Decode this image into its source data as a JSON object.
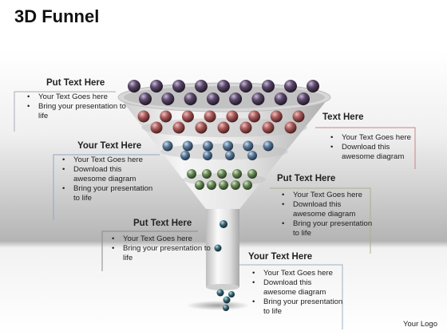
{
  "title": "3D Funnel",
  "logo": "Your Logo",
  "blocks": [
    {
      "heading": "Put Text Here",
      "bullets": [
        "Your Text Goes here",
        "Bring your presentation to life"
      ]
    },
    {
      "heading": "Text Here",
      "bullets": [
        "Your Text Goes here",
        "Download this awesome diagram"
      ]
    },
    {
      "heading": "Your Text Here",
      "bullets": [
        "Your Text Goes here",
        "Download this awesome diagram",
        "Bring your presentation to life"
      ]
    },
    {
      "heading": "Put Text Here",
      "bullets": [
        "Your Text Goes here",
        "Download this awesome diagram",
        "Bring your presentation to life"
      ]
    },
    {
      "heading": "Put Text Here",
      "bullets": [
        "Your Text Goes here",
        "Bring your presentation to life"
      ]
    },
    {
      "heading": "Your Text Here",
      "bullets": [
        "Your Text Goes here",
        "Download this awesome diagram",
        "Bring your presentation to life"
      ]
    }
  ],
  "colors": {
    "level1": "#5a4868",
    "level2": "#a85a5a",
    "level3": "#5a7a9a",
    "level4": "#6a8a58",
    "level5": "#3a6a78",
    "line1": "#b0a7bd",
    "line2": "#c98585",
    "line3": "#8ea7c4",
    "line4": "#a5b38c",
    "line5": "#8a8a8a",
    "line6": "#9bb0c4"
  }
}
